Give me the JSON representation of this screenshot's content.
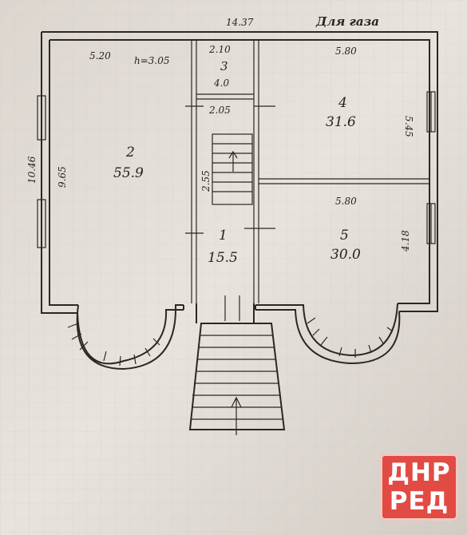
{
  "drawing": {
    "paper_color": "#e7e2dc",
    "ink_color": "#2b2724",
    "dimensions": {
      "total_width": "14.37",
      "overall_depth": "10.46",
      "room2_top": "5.20",
      "height_label": "h=3.05",
      "room3_top": "2.10",
      "room4_top": "5.80",
      "room4_side": "5.45",
      "room1_mid": "2.05",
      "room2_side": "9.65",
      "stair_len": "2.55",
      "room5_top": "5.80",
      "room5_side": "4.18"
    },
    "annotation": "Для газа",
    "rooms": [
      {
        "number": "1",
        "area": "15.5"
      },
      {
        "number": "2",
        "area": "55.9"
      },
      {
        "number": "3",
        "area": "4.0"
      },
      {
        "number": "4",
        "area": "31.6"
      },
      {
        "number": "5",
        "area": "30.0"
      }
    ]
  },
  "watermark": {
    "line1": "ДНР",
    "line2": "РЕД",
    "color": "#e24b43"
  }
}
